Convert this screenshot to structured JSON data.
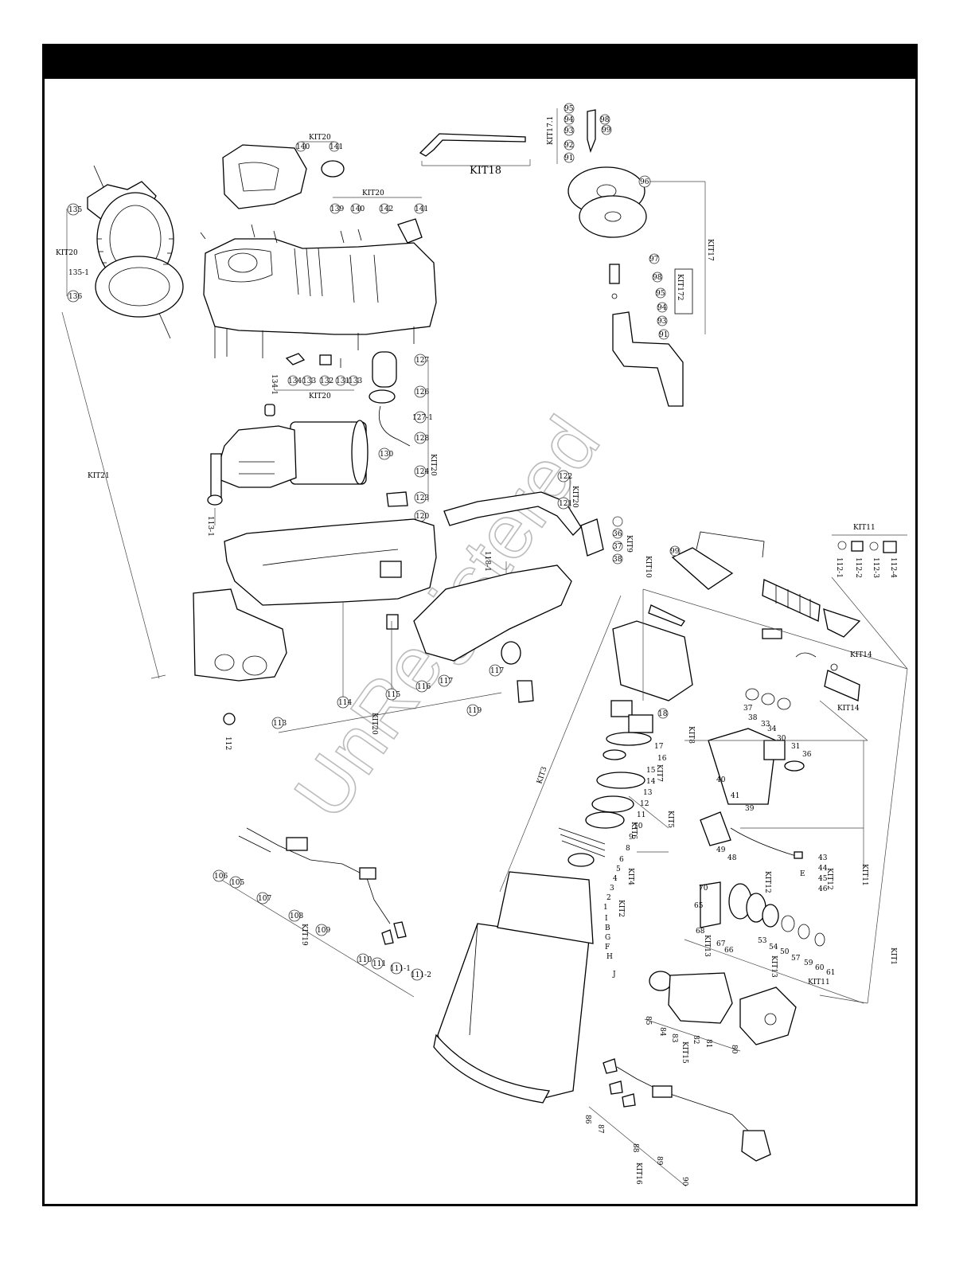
{
  "watermark": "UnRegistered",
  "kits": {
    "k20a": "KIT20",
    "k20b": "KIT20",
    "k20c": "KIT20",
    "k20d": "KIT20",
    "k20e": "KIT20",
    "k20f": "KIT20",
    "k21": "KIT21",
    "k18": "KIT18",
    "k17": "KIT17",
    "k171": "KIT17.1",
    "k172": "KIT172",
    "k1": "KIT1",
    "k2": "KIT2",
    "k3": "KIT3",
    "k4": "KIT4",
    "k5": "KIT5",
    "k6": "KIT6",
    "k7": "KIT7",
    "k8": "KIT8",
    "k9": "KIT9",
    "k10": "KIT10",
    "k11a": "KIT11",
    "k11b": "KIT11",
    "k11c": "KIT11",
    "k12": "KIT12",
    "k13": "KIT13",
    "k14": "KIT14",
    "k15": "KIT15",
    "k16": "KIT16",
    "k19": "KIT19"
  },
  "callouts": {
    "c135": "135",
    "c1351": "135-1",
    "c136": "136",
    "c140": "140",
    "c141": "141",
    "c140b": "140",
    "c141b": "141",
    "c139": "139",
    "c142": "142",
    "c127": "127",
    "c126": "126",
    "c1271": "127-1",
    "c128": "128",
    "c130": "130",
    "c124": "124",
    "c123": "123",
    "c122": "122",
    "c121": "121",
    "c120": "120",
    "c132": "132",
    "c133": "133",
    "c131": "131",
    "c134": "134",
    "c1341": "134-1",
    "c1131": "113-1",
    "c115": "115",
    "c114": "114",
    "c113": "113",
    "c116": "116",
    "c117": "117",
    "c119": "119",
    "c1181": "118-1",
    "c112": "112",
    "c91": "91",
    "c92": "92",
    "c93": "93",
    "c94": "94",
    "c95": "95",
    "c96": "96",
    "c97": "97",
    "c98": "98",
    "c99": "99",
    "c1121": "112-1",
    "c1122": "112-2",
    "c1123": "112-3",
    "c1124": "112-4",
    "c106": "106",
    "c105": "105",
    "c107": "107",
    "c108": "108",
    "c109": "109",
    "c110": "110",
    "c111": "111",
    "c1111": "111-1",
    "c1112": "111-2",
    "c85": "85",
    "c84": "84",
    "c83": "83",
    "c82": "82",
    "c81": "81",
    "c80": "80",
    "c86": "86",
    "c87": "87",
    "c88": "88",
    "c89": "89",
    "c90": "90",
    "c43": "43",
    "c44": "44",
    "c45": "45",
    "c46": "46",
    "c70": "70",
    "c65": "65",
    "c66": "66",
    "c67": "67",
    "c68": "68",
    "c30": "30",
    "c31": "31",
    "c33": "33",
    "c34": "34",
    "c36": "36",
    "c37": "37",
    "c38": "38",
    "c39": "39",
    "c40": "40",
    "c41": "41",
    "c18": "18",
    "c17": "17",
    "c16": "16",
    "c15": "15",
    "c14": "14",
    "c13": "13",
    "c12": "12",
    "c11": "11",
    "c10": "10",
    "c9": "9",
    "c8": "8",
    "c6": "6",
    "c5": "5",
    "c4": "4",
    "c3": "3",
    "c2": "2",
    "c1": "1",
    "cJ": "J",
    "cI": "I",
    "cB": "B",
    "cG": "G",
    "cF": "F",
    "cH": "H",
    "cE": "E",
    "c48": "48",
    "c49": "49",
    "c50": "50",
    "c53": "53",
    "c54": "54",
    "c57": "57",
    "c59": "59",
    "c60": "60",
    "c61": "61"
  }
}
